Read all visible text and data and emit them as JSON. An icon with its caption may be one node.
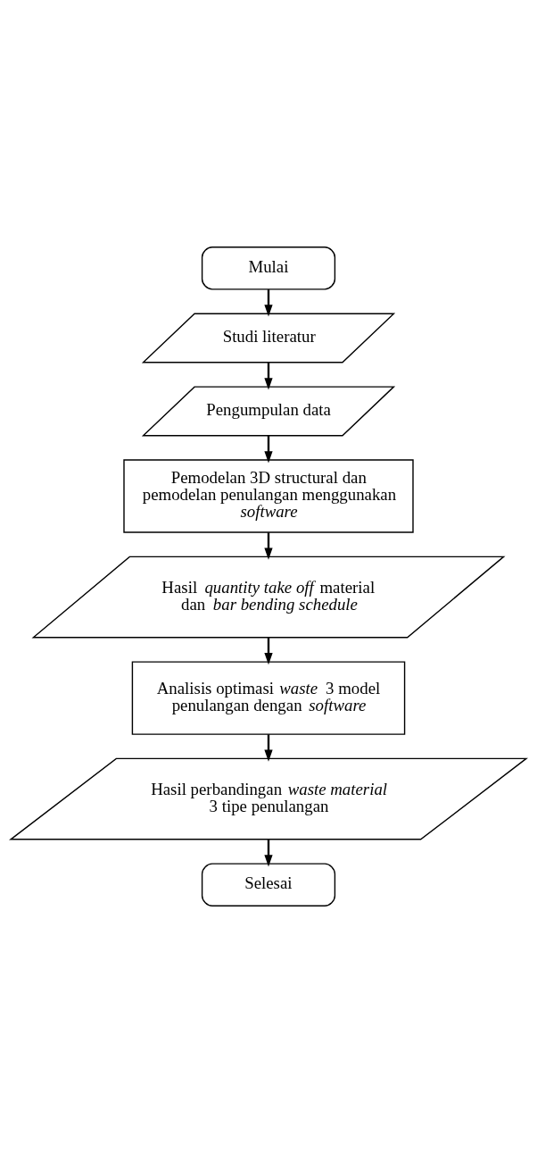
{
  "diagram": {
    "nodes": [
      {
        "text": [
          "Mulai"
        ]
      },
      {
        "text": [
          "Studi literatur"
        ]
      },
      {
        "text": [
          "Pengumpulan data"
        ]
      },
      {
        "text": [
          "Pemodelan 3D structural dan pemodelan penulangan menggunakan *software*"
        ]
      },
      {
        "text": [
          "Hasil *quantity take off* material dan *bar bending schedule*"
        ]
      },
      {
        "text": [
          "Analisis optimasi *waste* 3 model penulangan dengan *software*"
        ]
      },
      {
        "text": [
          "Hasil perbandingan *waste material* 3 tipe penulangan"
        ]
      },
      {
        "text": [
          "Selesai"
        ]
      }
    ],
    "edges": [
      {
        "from": 0,
        "to": 1,
        "arrow": "to"
      },
      {
        "from": 1,
        "to": 2,
        "arrow": "to"
      },
      {
        "from": 2,
        "to": 3,
        "arrow": "to"
      },
      {
        "from": 3,
        "to": 4,
        "arrow": "to"
      },
      {
        "from": 4,
        "to": 5,
        "arrow": "to"
      },
      {
        "from": 5,
        "to": 6,
        "arrow": "to"
      },
      {
        "from": 6,
        "to": 7,
        "arrow": "to"
      }
    ]
  }
}
